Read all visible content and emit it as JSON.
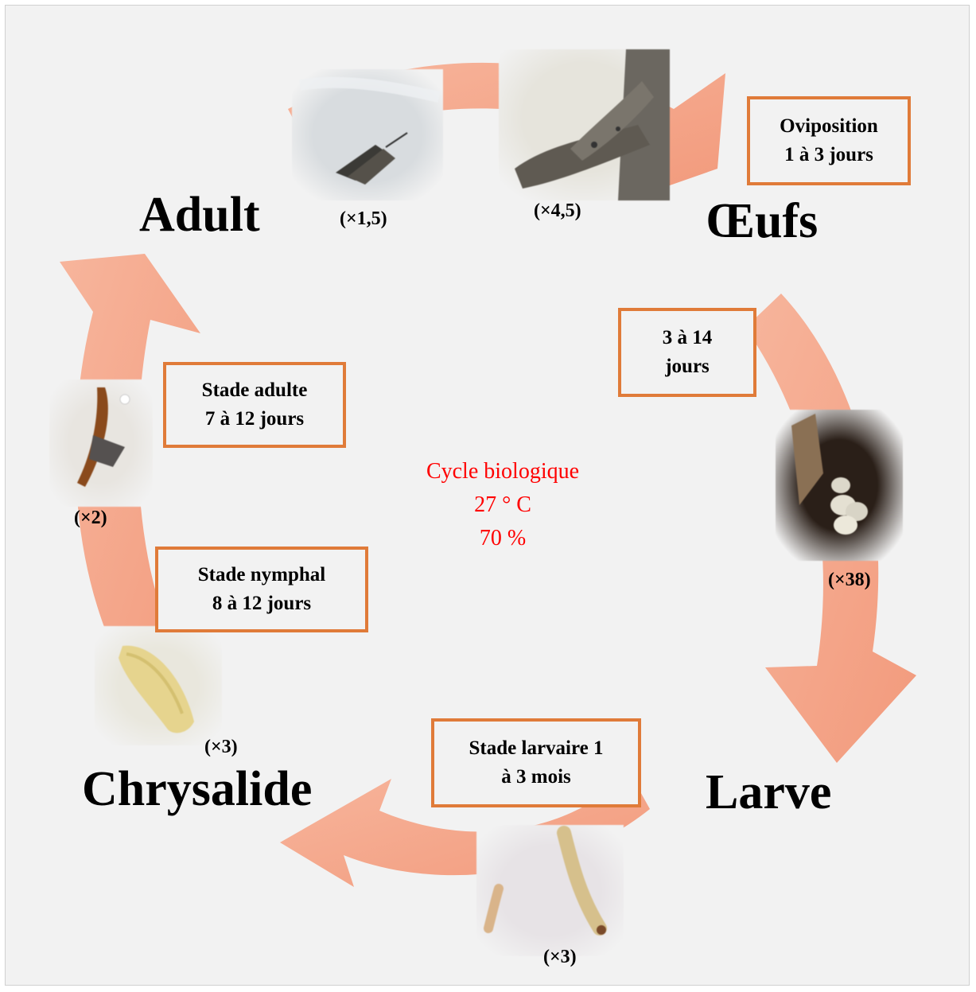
{
  "stages": {
    "adult": "Adult",
    "oeufs": "Œufs",
    "larve": "Larve",
    "chrysalide": "Chrysalide"
  },
  "boxes": {
    "oviposition": [
      "Oviposition",
      "1 à 3 jours"
    ],
    "incubation": [
      "3 à 14",
      "jours"
    ],
    "larval": [
      "Stade larvaire 1",
      "à 3 mois"
    ],
    "nymphal": [
      "Stade nymphal",
      "8 à 12 jours"
    ],
    "adult": [
      "Stade adulte",
      "7 à 12 jours"
    ]
  },
  "magnifications": {
    "adult_photo": "(×1,5)",
    "mating_photo": "(×4,5)",
    "eggs_photo": "(×38)",
    "larva_photo": "(×3)",
    "pupa_photo": "(×3)",
    "emerging_photo": "(×2)"
  },
  "center": {
    "title": "Cycle biologique",
    "temperature": "27 ° C",
    "humidity": "70 %"
  },
  "colors": {
    "arrow": "#f5a98d",
    "box_border": "#e07b39",
    "center_text": "#ff0000",
    "background": "#f2f2f2"
  }
}
